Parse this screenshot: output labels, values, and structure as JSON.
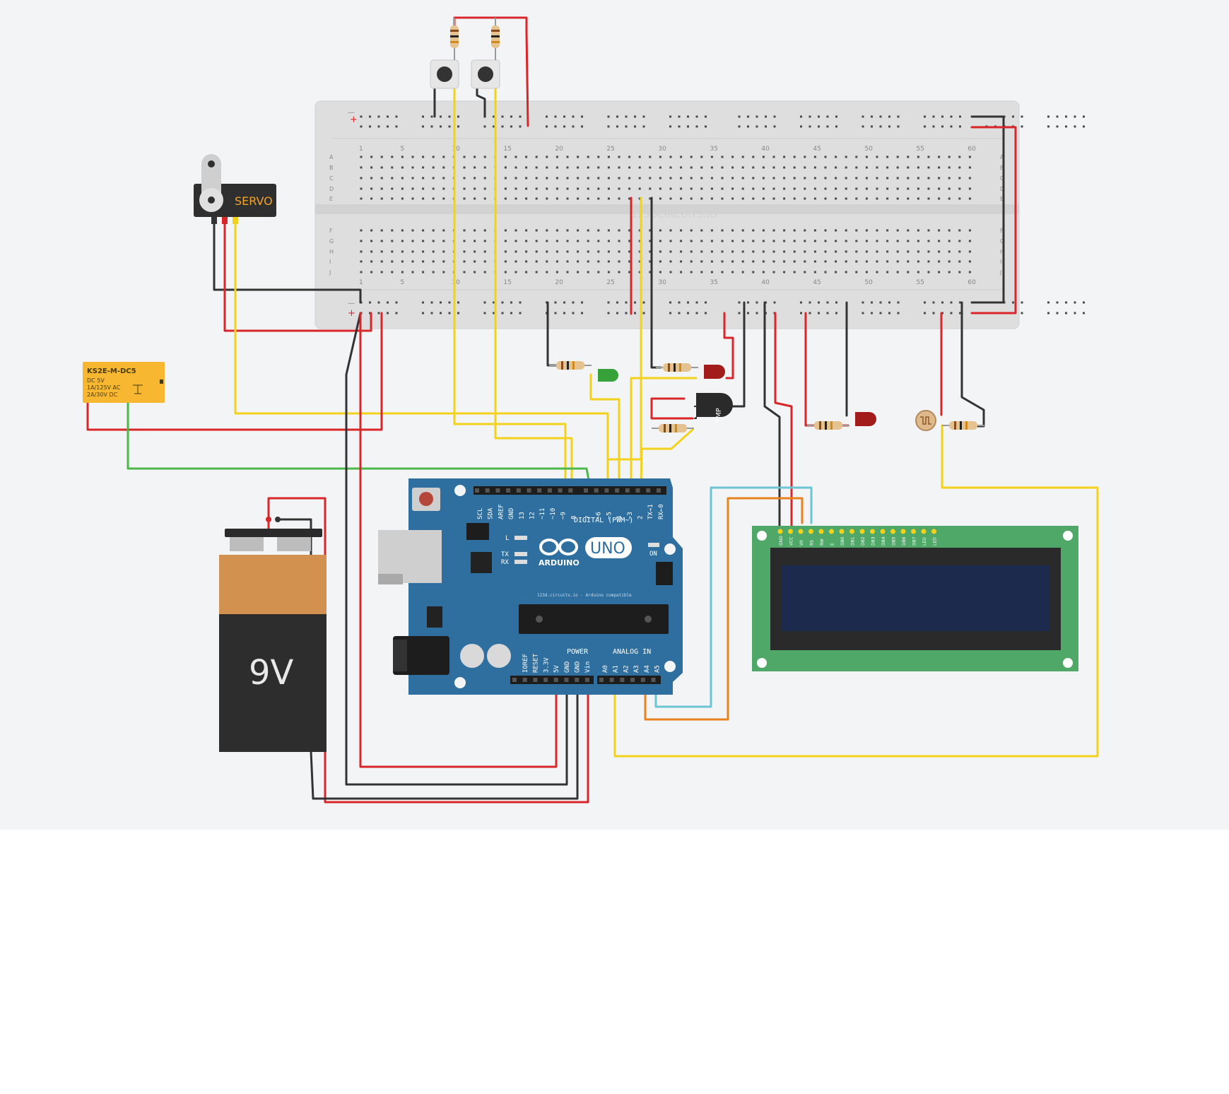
{
  "breadcrumb": "",
  "breadboard": {
    "watermark": "123DCIRCUITS.IO",
    "rail_minus": "—",
    "rail_plus": "+",
    "column_numbers": [
      "1",
      "5",
      "10",
      "15",
      "20",
      "25",
      "30",
      "35",
      "40",
      "45",
      "50",
      "55",
      "60"
    ],
    "row_letters_top": [
      "A",
      "B",
      "C",
      "D",
      "E"
    ],
    "row_letters_bottom": [
      "F",
      "G",
      "H",
      "I",
      "J"
    ]
  },
  "servo": {
    "label": "SERVO"
  },
  "relay": {
    "part": "KS2E-M-DC5",
    "line1": "DC 5V",
    "line2": "1A/125V AC",
    "line3": "2A/30V DC"
  },
  "battery": {
    "label": "9V"
  },
  "arduino": {
    "model": "UNO",
    "brand": "ARDUINO",
    "credit": "123d.circuits.io - Arduino compatible",
    "digital_label": "DIGITAL (PWM~)",
    "power_label": "POWER",
    "analog_label": "ANALOG IN",
    "on_label": "ON",
    "tx_label": "TX",
    "rx_label": "RX",
    "l_label": "L",
    "digital_pins_left": [
      "SCL",
      "SDA",
      "AREF",
      "GND",
      "13",
      "12",
      "~11",
      "~10",
      "~9",
      "8"
    ],
    "digital_pins_right": [
      "7",
      "~6",
      "~5",
      "4",
      "~3",
      "2",
      "TX→1",
      "RX←0"
    ],
    "power_pins": [
      "IOREF",
      "RESET",
      "3.3V",
      "5V",
      "GND",
      "GND",
      "Vin"
    ],
    "analog_pins": [
      "A0",
      "A1",
      "A2",
      "A3",
      "A4",
      "A5"
    ]
  },
  "sensor": {
    "label": "TMP"
  },
  "lcd": {
    "pins": [
      "GND",
      "VCC",
      "V0",
      "RS",
      "RW",
      "E",
      "DB0",
      "DB1",
      "DB2",
      "DB3",
      "DB4",
      "DB5",
      "DB6",
      "DB7",
      "LED",
      "LED"
    ]
  },
  "colors": {
    "wire_red": "#d9262b",
    "wire_black": "#333333",
    "wire_yellow": "#f2d21c",
    "wire_green": "#4cb849",
    "wire_cyan": "#6bc5d2",
    "wire_orange": "#e8821e",
    "arduino_blue": "#2f6f9f",
    "lcd_green": "#4fa868",
    "breadboard": "#dedede"
  }
}
